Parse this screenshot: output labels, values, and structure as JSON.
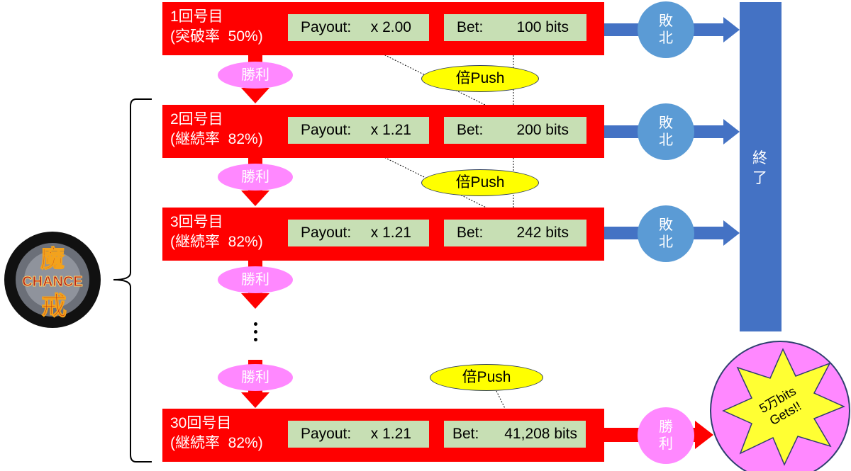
{
  "rounds": [
    {
      "title_line1": "1回号目",
      "title_line2": "(突破率  50%)",
      "payout_label": "Payout:",
      "payout_value": "x 2.00",
      "bet_label": "Bet:",
      "bet_value": "100 bits"
    },
    {
      "title_line1": "2回号目",
      "title_line2": "(継続率  82%)",
      "payout_label": "Payout:",
      "payout_value": "x 1.21",
      "bet_label": "Bet:",
      "bet_value": "200 bits"
    },
    {
      "title_line1": "3回号目",
      "title_line2": "(継続率  82%)",
      "payout_label": "Payout:",
      "payout_value": "x 1.21",
      "bet_label": "Bet:",
      "bet_value": "242 bits"
    },
    {
      "title_line1": "30回号目",
      "title_line2": "(継続率  82%)",
      "payout_label": "Payout:",
      "payout_value": "x 1.21",
      "bet_label": "Bet:",
      "bet_value": "41,208 bits"
    }
  ],
  "win_label": "勝利",
  "win_final_line1": "勝",
  "win_final_line2": "利",
  "double_push_label": "倍Push",
  "loss_line1": "敗",
  "loss_line2": "北",
  "end_line1": "終",
  "end_line2": "了",
  "reward_line1": "5万bits",
  "reward_line2": "Gets!!",
  "logo": {
    "text": "CHANCE",
    "glyph_top": "魔",
    "glyph_bottom": "戒"
  },
  "colors": {
    "round_red": "#ff0000",
    "box_green": "#c7dfb4",
    "win_pink": "#ff88ff",
    "push_yellow": "#ffff00",
    "loss_blue": "#5b9bd5",
    "end_blue": "#4472c4",
    "reward_pink": "#ff88ff",
    "reward_star": "#ffff33"
  }
}
